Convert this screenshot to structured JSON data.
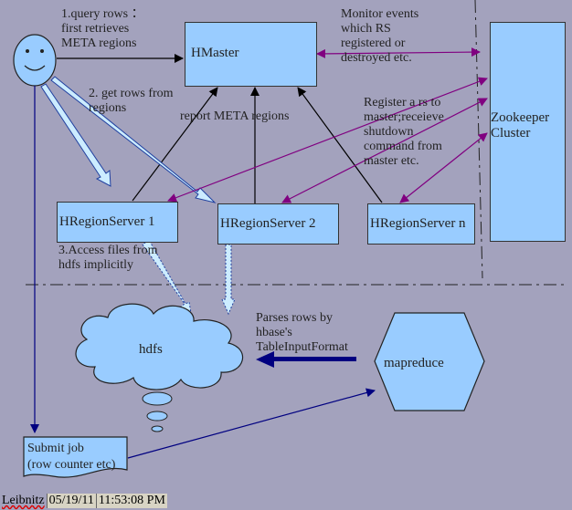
{
  "nodes": {
    "hmaster": "HMaster",
    "zookeeper": "Zookeeper\nCluster",
    "rs1": "HRegionServer 1",
    "rs2": "HRegionServer 2",
    "rsn": "HRegionServer n",
    "hdfs": "hdfs",
    "mapreduce": "mapreduce",
    "submit": "Submit job\n(row counter etc)"
  },
  "labels": {
    "query_rows": "1.query rows ：\nfirst retrieves\nMETA regions",
    "get_rows": "2. get rows from\nregions",
    "report_meta": "report META regions",
    "monitor_events": "Monitor events\nwhich RS\nregistered or\ndestroyed etc.",
    "register_rs": "Register a rs to\nmaster;receieve\nshutdown\ncommand from\nmaster etc.",
    "access_files": "3.Access files from\nhdfs implicitly",
    "parses_rows": "Parses rows by\nhbase's\nTableInputFormat"
  },
  "status_bar": {
    "author": "Leibnitz",
    "date": "05/19/11",
    "time": "11:53:08 PM"
  },
  "colors": {
    "background": "#a3a2bd",
    "box_fill": "#99ccff",
    "purple_arrow": "#800080",
    "blue_arrow": "#000080"
  }
}
